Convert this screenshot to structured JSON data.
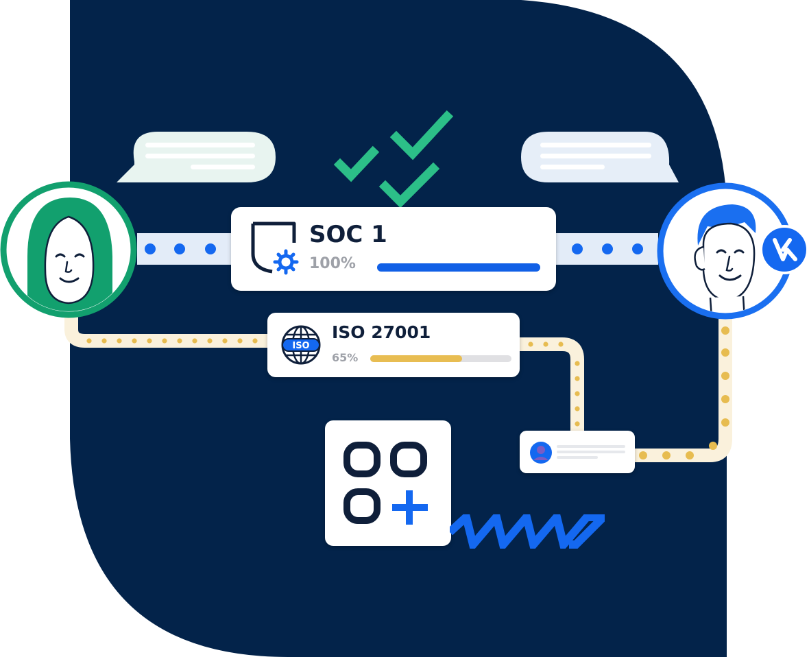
{
  "colors": {
    "background_navy": "#03234a",
    "soc_bar": "#1160e6",
    "iso_bar": "#e8bd52",
    "check_green": "#2cbf88",
    "woman_ring": "#12a06e",
    "man_ring": "#1a6ff0",
    "dots_blue": "#1468f0",
    "dots_gold": "#e7bc50"
  },
  "soc_card": {
    "title": "SOC 1",
    "percent_label": "100%",
    "progress": 1.0
  },
  "iso_card": {
    "title": "ISO 27001",
    "percent_label": "65%",
    "progress": 0.65,
    "badge_text": "ISO"
  },
  "icons": {
    "shield": "shield-gear-icon",
    "globe": "iso-globe-icon",
    "apps": "apps-add-icon",
    "checks": "checkmark-icon",
    "badge": "brand-badge-icon"
  }
}
